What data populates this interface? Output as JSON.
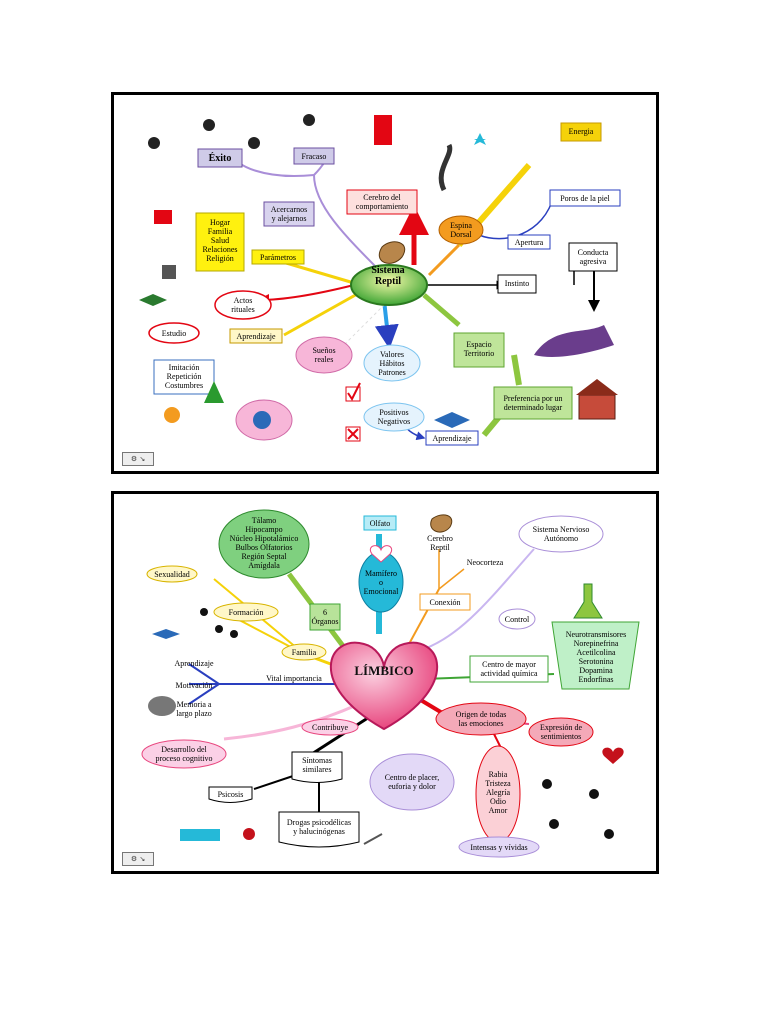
{
  "reptil": {
    "center": "Sistema\nReptil",
    "exito": "Éxito",
    "fracaso": "Fracaso",
    "acercarnos": "Acercarnos\ny alejarnos",
    "cerebro_comportamiento": "Cerebro del\ncomportamiento",
    "energia": "Energia",
    "poros": "Poros de la piel",
    "espina_dorsal": "Espina\nDorsal",
    "apertura": "Apertura",
    "conducta_agresiva": "Conducta\nagresiva",
    "instinto": "Instinto",
    "hogar_list": "Hogar\nFamilia\nSalud\nRelaciones\nReligión",
    "parametros": "Parámetros",
    "actos_rituales": "Actos\nrituales",
    "estudio": "Estudio",
    "aprendizaje_left": "Aprendizaje",
    "suenos_reales": "Sueños\nreales",
    "valores": "Valores\nHábitos\nPatrones",
    "imitacion": "Imitación\nRepetición\nCostumbres",
    "positivos_negativos": "Positivos\nNegativos",
    "espacio_territorio": "Espacio\nTerritorio",
    "preferencia": "Preferencia por un\ndeterminado lugar",
    "aprendizaje_bottom": "Aprendizaje"
  },
  "limbico": {
    "center": "LÍMBICO",
    "organos_list": "Tálamo\nHipocampo\nNúcleo Hipotalámico\nBulbos Olfatorios\nRegión Septal\nAmígdala",
    "olfato": "Olfato",
    "cerebro_reptil": "Cerebro\nReptil",
    "neocorteza": "Neocorteza",
    "sistema_nervioso": "Sistema Nervioso\nAutónomo",
    "sexualidad": "Sexualidad",
    "mamifero": "Mamífero\no\nEmocional",
    "conexion": "Conexión",
    "control": "Control",
    "formacion": "Formación",
    "seis_organos": "6\nÓrganos",
    "neurotransmisores_list": "Neurotransmisores\nNorepinefrina\nAcetilcolina\nSerotonina\nDopamina\nEndorfinas",
    "familia": "Familia",
    "aprendizaje": "Aprendizaje",
    "centro_quimica": "Centro de mayor\nactividad química",
    "motivacion": "Motivación",
    "vital_importancia": "Vital importancia",
    "memoria": "Memoria a\nlargo plazo",
    "origen_emociones": "Origen de todas\nlas emociones",
    "expresion_sentimientos": "Expresión de\nsentimientos",
    "contribuye": "Contribuye",
    "desarrollo": "Desarrollo del\nproceso cognitivo",
    "sintomas": "Síntomas\nsimilares",
    "centro_placer": "Centro de placer,\neuforia y dolor",
    "emociones_list": "Rabia\nTristeza\nAlegría\nOdio\nAmor",
    "psicosis": "Psicosis",
    "drogas": "Drogas psicodélicas\ny halucinógenas",
    "intensas": "Intensas y vívidas"
  },
  "colors": {
    "border": "#000000",
    "reptil_center": "#3fa535",
    "heart": "#e8477f",
    "arrow_red": "#e30613",
    "arrow_yellow": "#f5d20a",
    "arrow_green": "#8dc63f",
    "arrow_purple": "#a98ed8",
    "arrow_blue": "#2a3fbf",
    "arrow_orange": "#f39b1f",
    "arrow_cyan": "#25b9d8"
  }
}
